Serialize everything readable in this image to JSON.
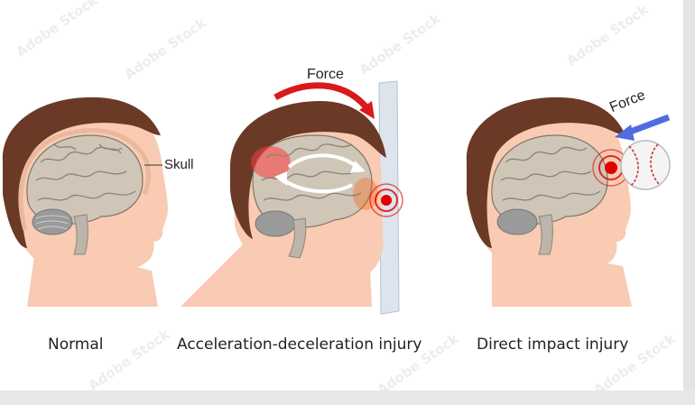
{
  "captions": {
    "normal": "Normal",
    "accel": "Acceleration-deceleration injury",
    "direct": "Direct impact injury"
  },
  "labels": {
    "skull": "Skull",
    "force_top": "Force",
    "force_right": "Force"
  },
  "watermark_text": "Adobe Stock",
  "colors": {
    "skin": "#f8cbb2",
    "hair": "#6b3a26",
    "skull_outline": "#e9b89d",
    "brain": "#cfc6b8",
    "brain_folds": "#8c8276",
    "cerebellum": "#9a9a9a",
    "impact": "#e00000",
    "force_arrow_red": "#d9191c",
    "force_arrow_blue": "#4f6de0",
    "wall": "#dde4ee"
  },
  "icons": [
    "force-arrow-icon",
    "impact-point-icon",
    "rotation-arrow-icon",
    "baseball-icon",
    "wall-icon"
  ]
}
